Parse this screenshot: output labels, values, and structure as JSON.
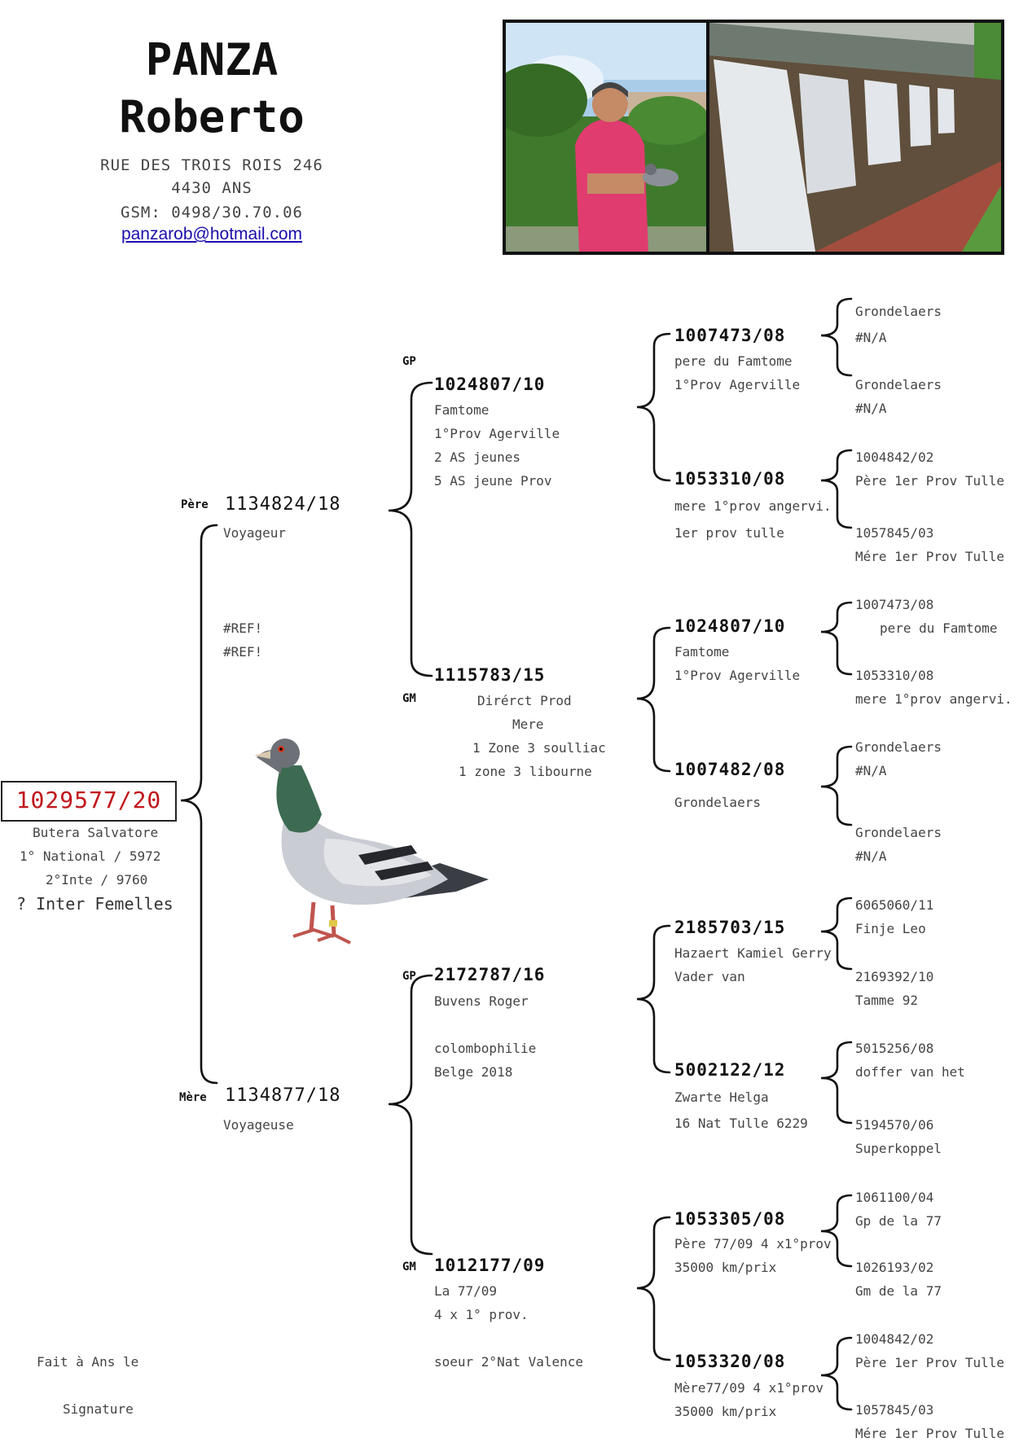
{
  "owner": {
    "surname": "PANZA",
    "firstname": "Roberto",
    "street": "RUE DES TROIS ROIS 246",
    "city": "4430 ANS",
    "phone": "GSM: 0498/30.70.06",
    "email": "panzarob@hotmail.com"
  },
  "subject": {
    "ring": "1029577/20",
    "notes": [
      "Butera Salvatore",
      "1° National   / 5972",
      "2°Inte / 9760",
      "? Inter Femelles"
    ]
  },
  "father": {
    "tag": "Père",
    "ring": "1134824/18",
    "notes": [
      "Voyageur",
      "#REF!",
      "#REF!"
    ]
  },
  "mother": {
    "tag": "Mère",
    "ring": "1134877/18",
    "notes": [
      "Voyageuse"
    ]
  },
  "gp1": {
    "tag": "GP",
    "ring": "1024807/10",
    "notes": [
      "Famtome",
      "1°Prov Agerville",
      "2 AS jeunes",
      "5 AS jeune Prov"
    ]
  },
  "gm1": {
    "tag": "GM",
    "ring": "1115783/15",
    "notes": [
      "Dirérct Prod",
      "Mere",
      "1 Zone 3 soulliac",
      "1 zone 3 libourne"
    ]
  },
  "gp2": {
    "tag": "GP",
    "ring": "2172787/16",
    "notes": [
      "Buvens Roger",
      "colombophilie",
      "Belge 2018"
    ]
  },
  "gm2": {
    "tag": "GM",
    "ring": "1012177/09",
    "notes": [
      "La 77/09",
      "4 x 1° prov.",
      "soeur 2°Nat Valence"
    ]
  },
  "g3": [
    {
      "ring": "1007473/08",
      "notes": [
        "pere du Famtome",
        "1°Prov Agerville"
      ]
    },
    {
      "ring": "1053310/08",
      "notes": [
        "mere 1°prov angervi.",
        "1er prov tulle"
      ]
    },
    {
      "ring": "1024807/10",
      "notes": [
        "Famtome",
        "1°Prov Agerville"
      ]
    },
    {
      "ring": "1007482/08",
      "notes": [
        "Grondelaers"
      ]
    },
    {
      "ring": "2185703/15",
      "notes": [
        "Hazaert Kamiel Gerry",
        "Vader van"
      ]
    },
    {
      "ring": "5002122/12",
      "notes": [
        "Zwarte Helga",
        "16 Nat Tulle 6229"
      ]
    },
    {
      "ring": "1053305/08",
      "notes": [
        "Père 77/09 4 x1°prov",
        "35000 km/prix"
      ]
    },
    {
      "ring": "1053320/08",
      "notes": [
        "Mère77/09 4 x1°prov",
        "35000 km/prix"
      ]
    }
  ],
  "g4": [
    [
      "Grondelaers",
      "#N/A",
      "Grondelaers",
      "#N/A"
    ],
    [
      "1004842/02",
      "Père 1er Prov Tulle",
      "1057845/03",
      "Mére 1er Prov Tulle"
    ],
    [
      "1007473/08",
      "pere du Famtome",
      "1053310/08",
      "mere 1°prov angervi."
    ],
    [
      "Grondelaers",
      "#N/A",
      "Grondelaers",
      "#N/A"
    ],
    [
      "6065060/11",
      "Finje Leo",
      "2169392/10",
      "Tamme 92"
    ],
    [
      "5015256/08",
      "doffer van het",
      "5194570/06",
      "Superkoppel"
    ],
    [
      "1061100/04",
      "Gp de la 77",
      "1026193/02",
      "Gm de la 77"
    ],
    [
      "1004842/02",
      "Père 1er Prov Tulle",
      "1057845/03",
      "Mére 1er Prov Tulle"
    ]
  ],
  "footer": {
    "place": "Fait à  Ans le",
    "signature": "Signature"
  },
  "colors": {
    "subject_ring": "#c0161b",
    "email": "#1a0dab",
    "frame": "#111111"
  },
  "icons": [
    "pigeon-illustration",
    "owner-photo",
    "loft-photo"
  ]
}
